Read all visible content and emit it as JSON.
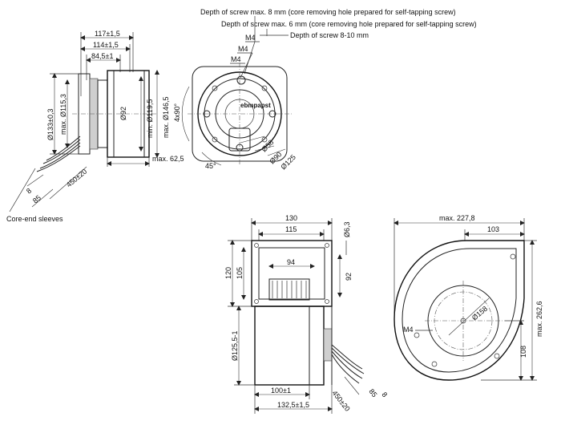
{
  "notes": {
    "screw_8": "Depth of screw max. 8 mm (core removing hole prepared for self-tapping screw)",
    "screw_6": "Depth of screw max. 6 mm (core removing hole prepared for self-tapping screw)",
    "screw_8_10": "Depth of screw 8-10 mm",
    "core_end": "Core-end sleeves"
  },
  "side_view": {
    "d117": "117±1,5",
    "d114": "114±1,5",
    "d84": "84,5±1",
    "d133": "Ø133±0,3",
    "d115": "max. Ø115,3",
    "d92": "Ø92",
    "d119": "min. Ø119,5",
    "d146": "max. Ø146,5",
    "d62": "max. 62,5",
    "d450": "450±20",
    "d8": "8",
    "d85": "85"
  },
  "front_view": {
    "m4a": "M4",
    "m4b": "M4",
    "m4c": "M4",
    "angle90": "4x90°",
    "angle45": "45°",
    "d58": "Ø58",
    "d90": "Ø90",
    "d125": "Ø125",
    "brand": "ebmpapst"
  },
  "blower_front": {
    "d130": "130",
    "d115": "115",
    "d6": "Ø6,3",
    "d94": "94",
    "d120": "120",
    "d105": "105",
    "d92": "92",
    "d125": "Ø125,5-1",
    "d100": "100±1",
    "d132": "132,5±1,5",
    "d450": "450±20",
    "d85": "85",
    "d8": "8"
  },
  "blower_side": {
    "d227": "max. 227,8",
    "d103": "103",
    "d262": "max. 262,6",
    "d158": "Ø158",
    "m4": "M4",
    "d108": "108"
  }
}
